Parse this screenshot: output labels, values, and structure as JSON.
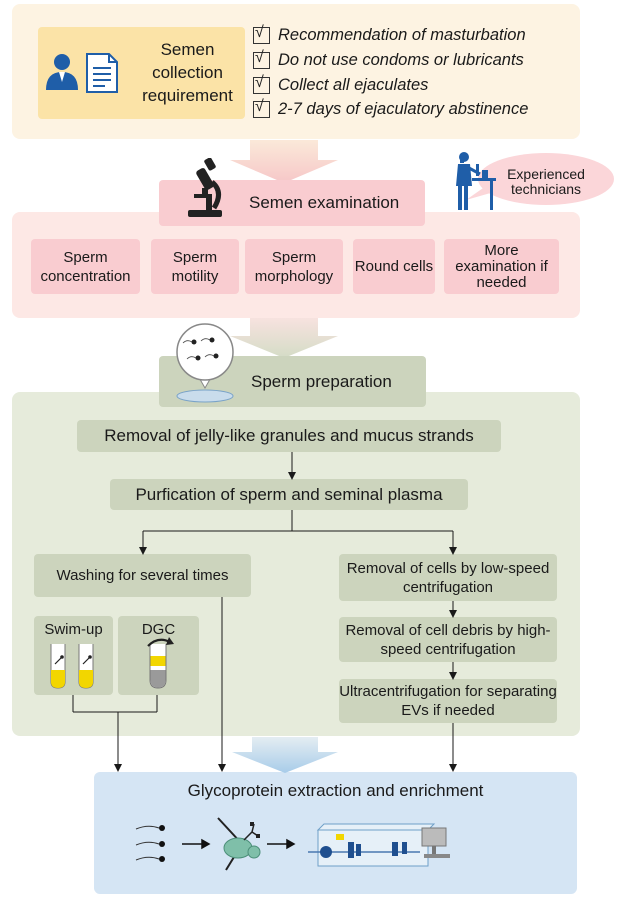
{
  "collection": {
    "label": "Semen collection requirement",
    "requirements": [
      "Recommendation of masturbation",
      "Do not use condoms or lubricants",
      "Collect all ejaculates",
      "2-7 days of ejaculatory abstinence"
    ]
  },
  "examination": {
    "title": "Semen examination",
    "technicians": "Experienced technicians",
    "items": [
      "Sperm concentration",
      "Sperm motility",
      "Sperm morphology",
      "Round cells",
      "More examination if needed"
    ]
  },
  "preparation": {
    "title": "Sperm preparation",
    "step1": "Removal of jelly-like granules and mucus strands",
    "step2": "Purfication of sperm and seminal plasma",
    "left_branch": {
      "wash": "Washing for several times",
      "swim_up": "Swim-up",
      "dgc": "DGC"
    },
    "right_branch": {
      "step_a": "Removal of cells by low-speed centrifugation",
      "step_b": "Removal of cell debris by high-speed centrifugation",
      "step_c": "Ultracentrifugation for separating EVs if needed"
    }
  },
  "output": {
    "title": "Glycoprotein extraction and enrichment"
  },
  "colors": {
    "collection_bg": "#fdf3e2",
    "collection_box": "#fbe3a7",
    "exam_bg": "#fde8e5",
    "exam_box": "#f9ccd0",
    "prep_bg": "#e6ebdb",
    "prep_box": "#ccd4bd",
    "output_bg": "#d5e5f4"
  }
}
